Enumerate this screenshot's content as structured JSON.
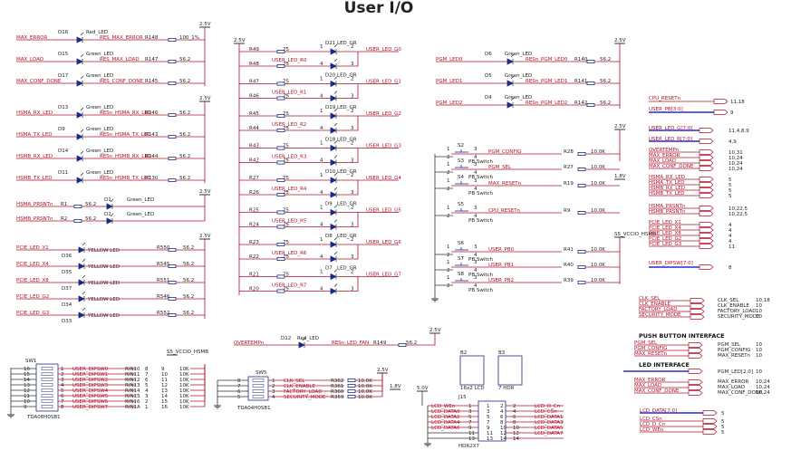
{
  "title": "User I/O",
  "rails": {
    "v25": "2.5V",
    "v18": "1.8V",
    "v50": "5.0V",
    "vccio": "S5_VCCIO_HSMB"
  },
  "left_leds": [
    {
      "net": "MAX_ERROR",
      "ref": "D16",
      "color": "Red_LED",
      "res": "RES_MAX_ERROR",
      "rref": "R148",
      "val": "100_1%"
    },
    {
      "net": "MAX_LOAD",
      "ref": "D15",
      "color": "Green_LED",
      "res": "RES_MAX_LOAD",
      "rref": "R147",
      "val": "56.2"
    },
    {
      "net": "MAX_CONF_DONE",
      "ref": "D17",
      "color": "Green_LED",
      "res": "RES_CONF_DONE",
      "rref": "R145",
      "val": "56.2"
    },
    {
      "net": "HSMA_RX_LED",
      "ref": "D13",
      "color": "Green_LED",
      "res": "RESn_HSMA_RX_LED",
      "rref": "R146",
      "val": "56.2"
    },
    {
      "net": "HSMA_TX_LED",
      "ref": "D9",
      "color": "Green_LED",
      "res": "RESn_HSMA_TX_LED",
      "rref": "R143",
      "val": "56.2"
    },
    {
      "net": "HSMB_RX_LED",
      "ref": "D14",
      "color": "Green_LED",
      "res": "RESn_HSMB_RX_LED",
      "rref": "R144",
      "val": "56.2"
    },
    {
      "net": "HSMB_TX_LED",
      "ref": "D11",
      "color": "Green_LED",
      "res": "RESn_HSMB_TX_LED",
      "rref": "R130",
      "val": "56.2"
    }
  ],
  "prsnt": [
    {
      "net": "HSMA_PRSNTn",
      "rref": "R1",
      "val": "56.2",
      "ref": "D1",
      "color": "Green_LED"
    },
    {
      "net": "HSMB_PRSNTn",
      "rref": "R2",
      "val": "56.2",
      "ref": "D2",
      "color": "Green_LED"
    }
  ],
  "pcie": [
    {
      "net": "PCIE_LED_X1",
      "ref": "D36",
      "color": "YELLOW LED",
      "rref": "R550",
      "val": "56.2"
    },
    {
      "net": "PCIE_LED_X4",
      "ref": "D35",
      "color": "YELLOW LED",
      "rref": "R545",
      "val": "56.2"
    },
    {
      "net": "PCIE_LED_X8",
      "ref": "D37",
      "color": "YELLOW LED",
      "rref": "R551",
      "val": "56.2"
    },
    {
      "net": "PCIE_LED_G2",
      "ref": "D34",
      "color": "YELLOW LED",
      "rref": "R546",
      "val": "56.2"
    },
    {
      "net": "PCIE_LED_G3",
      "ref": "D33",
      "color": "YELLOW LED",
      "rref": "R552",
      "val": "56.2"
    }
  ],
  "user_leds": [
    {
      "ra": "R49",
      "rb": "R48",
      "val": "75",
      "ref": "D21",
      "color": "LED_GR",
      "rd": "USER_LED_R0",
      "gn": "USER_LED_G0"
    },
    {
      "ra": "R47",
      "rb": "R46",
      "val": "75",
      "ref": "D20",
      "color": "LED_GR",
      "rd": "USER_LED_R1",
      "gn": "USER_LED_G1"
    },
    {
      "ra": "R45",
      "rb": "R44",
      "val": "75",
      "ref": "D19",
      "color": "LED_GR",
      "rd": "USER_LED_R2",
      "gn": "USER_LED_G2"
    },
    {
      "ra": "R43",
      "rb": "R42",
      "val": "75",
      "ref": "D18",
      "color": "LED_GR",
      "rd": "USER_LED_R3",
      "gn": "USER_LED_G3"
    },
    {
      "ra": "R27",
      "rb": "R26",
      "val": "75",
      "ref": "D10",
      "color": "LED_GR",
      "rd": "USER_LED_R4",
      "gn": "USER_LED_G4"
    },
    {
      "ra": "R25",
      "rb": "R24",
      "val": "75",
      "ref": "D9",
      "color": "LED_GR",
      "rd": "USER_LED_R5",
      "gn": "USER_LED_G5"
    },
    {
      "ra": "R23",
      "rb": "R22",
      "val": "75",
      "ref": "D8",
      "color": "LED_GR",
      "rd": "USER_LED_R6",
      "gn": "USER_LED_G6"
    },
    {
      "ra": "R21",
      "rb": "R20",
      "val": "75",
      "ref": "D7",
      "color": "LED_GR",
      "rd": "USER_LED_R7",
      "gn": "USER_LED_G7"
    }
  ],
  "pgm_leds": [
    {
      "net": "PGM_LED0",
      "ref": "D6",
      "color": "Green_LED",
      "res": "RESn_PGM_LED0",
      "rref": "R140",
      "val": "56.2"
    },
    {
      "net": "PGM_LED1",
      "ref": "D5",
      "color": "Green_LED",
      "res": "RESn_PGM_LED1",
      "rref": "R141",
      "val": "56.2"
    },
    {
      "net": "PGM_LED2",
      "ref": "D4",
      "color": "Green_LED",
      "res": "RESn_PGM_LED2",
      "rref": "R142",
      "val": "56.2"
    }
  ],
  "cpu_reset": {
    "net": "CPU_RESETn",
    "pg": "11,18",
    "net2": "USER_PB[3:0]",
    "pg2": "9"
  },
  "switches": [
    {
      "ref": "S2",
      "net": "PGM_CONFIG",
      "rref": "R28",
      "val": "10.0K",
      "type": "PB Switch"
    },
    {
      "ref": "S3",
      "net": "PGM_SEL",
      "rref": "R27",
      "val": "10.0K",
      "type": "PB Switch"
    },
    {
      "ref": "S4",
      "net": "MAX_RESETn",
      "rref": "R19",
      "val": "10.0K",
      "type": "PB Switch"
    },
    {
      "ref": "S5",
      "net": "CPU_RESETn",
      "rref": "R9",
      "val": "10.0K",
      "type": "PB Switch"
    },
    {
      "ref": "S6",
      "net": "USER_PB0",
      "rref": "R41",
      "val": "10.0K",
      "type": "PB Switch"
    },
    {
      "ref": "S7",
      "net": "USER_PB1",
      "rref": "R40",
      "val": "10.0K",
      "type": "PB Switch"
    },
    {
      "ref": "S8",
      "net": "USER_PB2",
      "rref": "R39",
      "val": "10.0K",
      "type": "PB Switch"
    }
  ],
  "right_ports": [
    {
      "net": "USER_LED_G[7:0]",
      "pg": "11,4,8,9"
    },
    {
      "net": "USER_LED_R[7:0]",
      "pg": "4,9"
    },
    {
      "net": "OVERTEMPn",
      "pg": "10,31"
    },
    {
      "net": "MAX_ERROR",
      "pg": "10,24"
    },
    {
      "net": "MAX_LOAD",
      "pg": "10,24"
    },
    {
      "net": "MAX_CONF_DONE",
      "pg": "10,24"
    },
    {
      "net": "HSMA_RX_LED",
      "pg": "5"
    },
    {
      "net": "HSMA_TX_LED",
      "pg": "5"
    },
    {
      "net": "HSMB_RX_LED",
      "pg": "5"
    },
    {
      "net": "HSMB_TX_LED",
      "pg": "5"
    },
    {
      "net": "HSMA_PRSNTn",
      "pg": "10,22,5"
    },
    {
      "net": "HSMB_PRSNTn",
      "pg": "10,22,5"
    },
    {
      "net": "PCIE_LED_X1",
      "pg": "4"
    },
    {
      "net": "PCIE_LED_X4",
      "pg": "4"
    },
    {
      "net": "PCIE_LED_X8",
      "pg": "4"
    },
    {
      "net": "PCIE_LED_G2",
      "pg": "4"
    },
    {
      "net": "PCIE_LED_G3",
      "pg": "11"
    }
  ],
  "dipsw_port": {
    "net": "USER_DIPSW[7:0]",
    "pg": "8"
  },
  "mid_ports": [
    {
      "net": "CLK_SEL",
      "sig": "CLK_SEL",
      "pg": "10,18"
    },
    {
      "net": "CLK_ENABLE",
      "sig": "CLK_ENABLE",
      "pg": "10"
    },
    {
      "net": "FACTORY_LOAD",
      "sig": "FACTORY_LOAD",
      "pg": "10"
    },
    {
      "net": "SECURITY_MODE",
      "sig": "SECURITY_MODE",
      "pg": "10"
    }
  ],
  "pb_interface": {
    "title": "PUSH BUTTON INTERFACE",
    "rows": [
      {
        "net": "PGM_SEL",
        "sig": "PGM_SEL",
        "pg": "10"
      },
      {
        "net": "PGM_CONFIG",
        "sig": "PGM_CONFIG",
        "pg": "10"
      },
      {
        "net": "MAX_RESETn",
        "sig": "MAX_RESETn",
        "pg": "10"
      }
    ]
  },
  "led_interface": {
    "title": "LED INTERFACE",
    "bus": {
      "net": "PGM_LED[2:0]",
      "sig": "PGM_LED[2:0]",
      "pg": "10"
    },
    "rows": [
      {
        "net": "MAX_ERROR",
        "sig": "MAX_ERROR",
        "pg": "10,24"
      },
      {
        "net": "MAX_LOAD",
        "sig": "MAX_LOAD",
        "pg": "10,24"
      },
      {
        "net": "MAX_CONF_DONE",
        "sig": "MAX_CONF_DONE",
        "pg": "10,24"
      }
    ]
  },
  "lcd_ports": [
    {
      "net": "LCD_DATA[7:0]",
      "pg": "5"
    },
    {
      "net": "LCD_CSn",
      "pg": "5"
    },
    {
      "net": "LCD_D_Cn",
      "pg": "5"
    },
    {
      "net": "LCD_WEn",
      "pg": "5"
    }
  ],
  "overtemp": {
    "net": "OVERTEMPn",
    "ref": "D12",
    "color": "Red_LED",
    "res": "RESn_LED_FAN",
    "rref": "R149",
    "val": "56.2"
  },
  "sw1": {
    "ref": "SW1",
    "part": "TDA08H0SB1",
    "vccio": "S5_VCCIO_HSMB",
    "rows": [
      {
        "l": "16",
        "r": "1",
        "net": "USER_DIPSW0",
        "pin": "RIN10",
        "rl": "8",
        "rr": "9",
        "val": "10K"
      },
      {
        "l": "15",
        "r": "2",
        "net": "USER_DIPSW1",
        "pin": "RIN11",
        "rl": "7",
        "rr": "10",
        "val": "10K"
      },
      {
        "l": "14",
        "r": "3",
        "net": "USER_DIPSW2",
        "pin": "RIN12",
        "rl": "6",
        "rr": "11",
        "val": "10K"
      },
      {
        "l": "13",
        "r": "4",
        "net": "USER_DIPSW3",
        "pin": "RIN13",
        "rl": "5",
        "rr": "12",
        "val": "10K"
      },
      {
        "l": "12",
        "r": "5",
        "net": "USER_DIPSW4",
        "pin": "RIN14",
        "rl": "4",
        "rr": "13",
        "val": "10K"
      },
      {
        "l": "11",
        "r": "6",
        "net": "USER_DIPSW5",
        "pin": "RIN15",
        "rl": "3",
        "rr": "14",
        "val": "10K"
      },
      {
        "l": "10",
        "r": "7",
        "net": "USER_DIPSW6",
        "pin": "RIN16",
        "rl": "2",
        "rr": "15",
        "val": "10K"
      },
      {
        "l": "9",
        "r": "8",
        "net": "USER_DIPSW7",
        "pin": "RIN1A",
        "rl": "1",
        "rr": "16",
        "val": "10K"
      }
    ]
  },
  "sw5": {
    "ref": "SW5",
    "part": "TDA04H0SB1",
    "rows": [
      {
        "l": "8",
        "r": "1",
        "net": "CLK_SEL",
        "rref": "R362",
        "val": "10.0K"
      },
      {
        "l": "7",
        "r": "2",
        "net": "CLK_ENABLE",
        "rref": "R361",
        "val": "10.0K"
      },
      {
        "l": "6",
        "r": "3",
        "net": "FACTORY_LOAD",
        "rref": "R360",
        "val": "10.0K"
      },
      {
        "l": "5",
        "r": "4",
        "net": "SECURITY_MODE",
        "rref": "R359",
        "val": "10.0K"
      }
    ]
  },
  "holes": [
    {
      "ref": "B2",
      "label": "16x2 LCD"
    },
    {
      "ref": "B3",
      "label": "7 HDR"
    }
  ],
  "j15": {
    "ref": "J15",
    "part": "HDR2X7",
    "rows": [
      {
        "ln": "LCD_WEn",
        "p1": "1",
        "p2": "2",
        "rn": "LCD_D_Cn"
      },
      {
        "ln": "LCD_DATA0",
        "p1": "3",
        "p2": "4",
        "rn": "LCD_CSn"
      },
      {
        "ln": "LCD_DATA2",
        "p1": "5",
        "p2": "6",
        "rn": "LCD_DATA1"
      },
      {
        "ln": "LCD_DATA4",
        "p1": "7",
        "p2": "8",
        "rn": "LCD_DATA3"
      },
      {
        "ln": "LCD_DATA6",
        "p1": "9",
        "p2": "10",
        "rn": "LCD_DATA5"
      },
      {
        "ln": "",
        "p1": "11",
        "p2": "12",
        "rn": "LCD_DATA7"
      },
      {
        "ln": "",
        "p1": "13",
        "p2": "14",
        "rn": ""
      }
    ]
  }
}
